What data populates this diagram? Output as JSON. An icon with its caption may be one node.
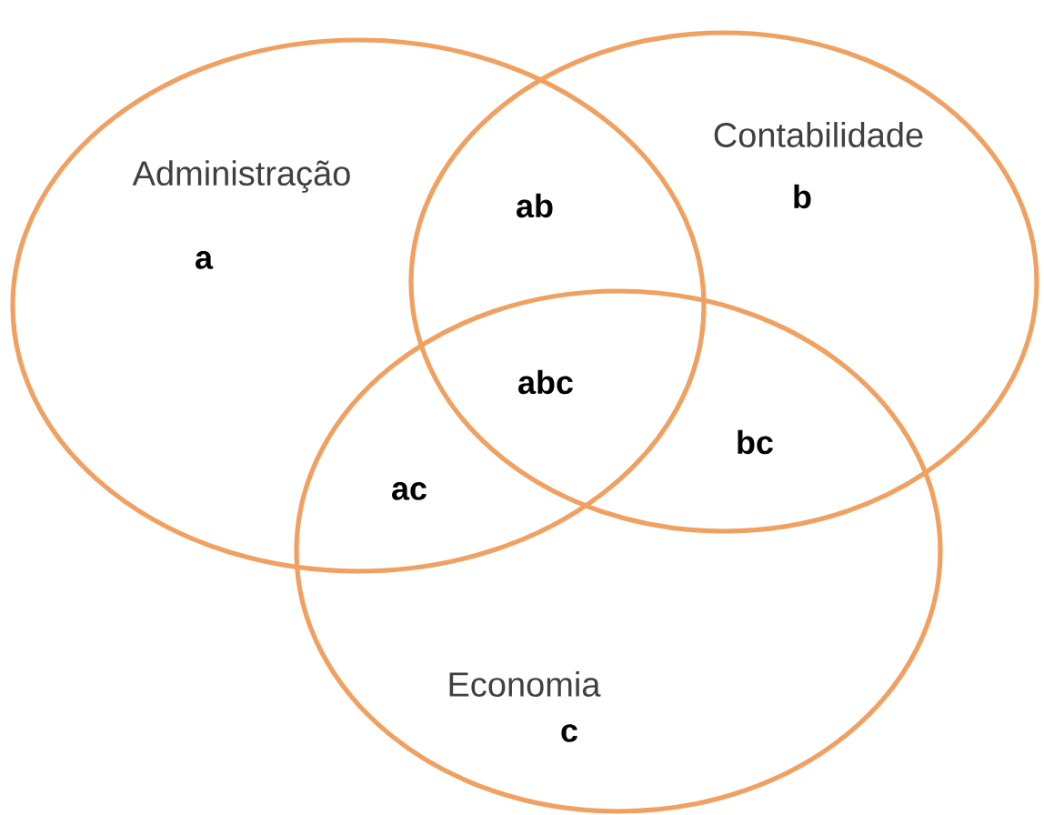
{
  "diagram": {
    "nodes": [
      {
        "text": [
          "Administração"
        ]
      },
      {
        "text": [
          "Contabilidade"
        ]
      },
      {
        "text": [
          "Economia"
        ]
      }
    ],
    "labels": [
      "a",
      "ab",
      "b",
      "abc",
      "bc",
      "ac",
      "c"
    ]
  }
}
